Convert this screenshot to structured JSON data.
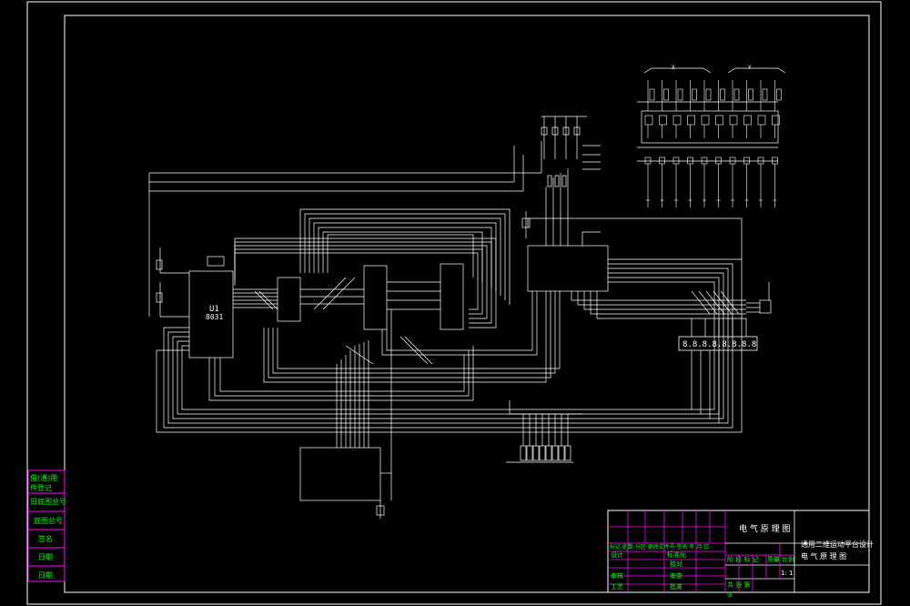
{
  "drawing": {
    "title": "电 气 原 理 图",
    "project_line1": "通用二维运动平台设计",
    "project_line2": "电 气 原 理 图",
    "scale": "1: 1",
    "weight_label": "质量",
    "scale_label": "比例",
    "sheet_row": "共   张   第",
    "sheet_row2": "张"
  },
  "components": {
    "u1_label": "U1",
    "u1_part": "8031",
    "seven_seg": "8.8.8.8.8.8.8.8",
    "group_label_left": "X",
    "group_label_right": "Y"
  },
  "side_panel": {
    "rows": [
      "借(通)用",
      "件登记",
      "旧底图总号",
      "底图总号",
      "签名",
      "日期",
      "日期"
    ]
  },
  "title_block": {
    "header_row": "标记 处数 分区 更改文件号 签名 年 月 日",
    "design": "设计",
    "standard": "标准化",
    "review": "审核",
    "process": "工艺",
    "check": "校对",
    "audit": "审查",
    "approve": "批准",
    "stage_row": "阶 段 标 记"
  },
  "colors": {
    "line": "#ffffff",
    "table": "#ff00ff",
    "text_green": "#00ff00",
    "background": "#000000"
  }
}
